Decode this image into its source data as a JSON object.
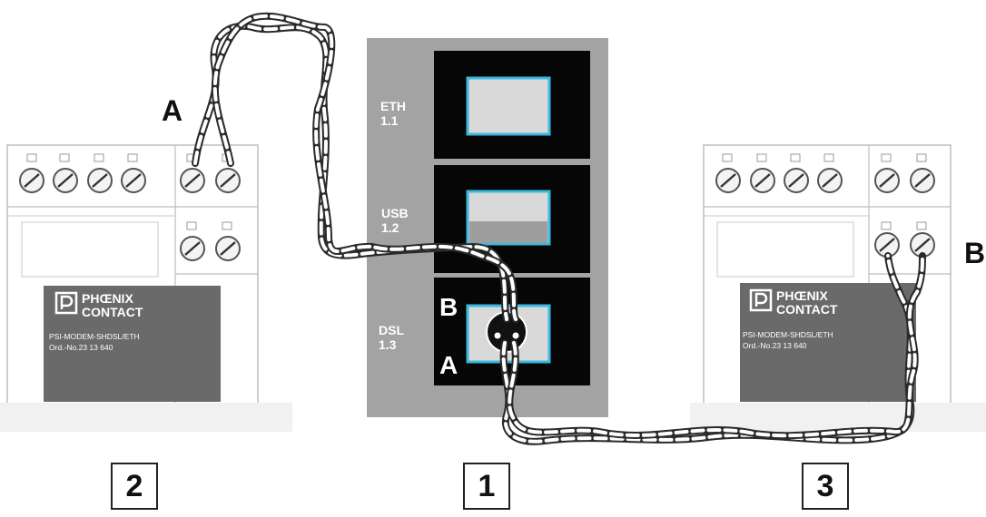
{
  "labels": {
    "wire_a_left": "A",
    "wire_b_right": "B",
    "dsl_b": "B",
    "dsl_a": "A"
  },
  "center_device": {
    "ports": [
      {
        "name": "ETH",
        "number": "1.1"
      },
      {
        "name": "USB",
        "number": "1.2"
      },
      {
        "name": "DSL",
        "number": "1.3"
      }
    ]
  },
  "modules": [
    {
      "brand_line1": "PHŒNIX",
      "brand_line2": "CONTACT",
      "model": "PSI-MODEM-SHDSL/ETH",
      "order_no": "Ord.-No.23 13 640"
    },
    {
      "brand_line1": "PHŒNIX",
      "brand_line2": "CONTACT",
      "model": "PSI-MODEM-SHDSL/ETH",
      "order_no": "Ord.-No.23 13 640"
    }
  ],
  "numbers": {
    "left": "2",
    "center": "1",
    "right": "3"
  },
  "colors": {
    "device_gray": "#a3a3a3",
    "port_black": "#060606",
    "port_cyan": "#3ab9de",
    "socket_fill": "#d9d9d9",
    "label_dark_gray": "#6a6a6a"
  }
}
